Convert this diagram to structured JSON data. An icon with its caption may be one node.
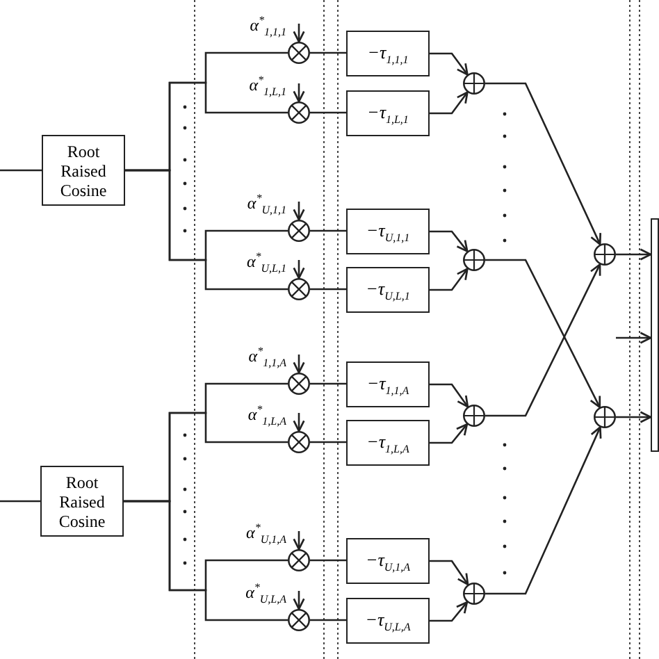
{
  "diagram": {
    "nodes": [
      {
        "text": [
          "Root Raised Cosine"
        ]
      },
      {
        "text": [
          "Root Raised Cosine"
        ]
      },
      {
        "text": [],
        "shape": "circle",
        "beside": [
          "α$^{*}$$_{1,1,1}$"
        ]
      },
      {
        "text": [],
        "shape": "circle",
        "beside": [
          "α$^{*}$$_{1,L,1}$"
        ]
      },
      {
        "text": [],
        "shape": "circle",
        "beside": [
          "α$^{*}$$_{U,1,1}$"
        ]
      },
      {
        "text": [],
        "shape": "circle",
        "beside": [
          "α$^{*}$$_{U,L,1}$"
        ]
      },
      {
        "text": [],
        "shape": "circle",
        "beside": [
          "α$^{*}$$_{1,1,A}$"
        ]
      },
      {
        "text": [],
        "shape": "circle",
        "beside": [
          "α$^{*}$$_{1,L,A}$"
        ]
      },
      {
        "text": [],
        "shape": "circle",
        "beside": [
          "α$^{*}$$_{U,1,A}$"
        ]
      },
      {
        "text": [],
        "shape": "circle",
        "beside": [
          "α$^{*}$$_{U,L,A}$"
        ]
      },
      {
        "text": [
          "−τ$_{1,1,1}$"
        ]
      },
      {
        "text": [
          "−τ$_{1,L,1}$"
        ]
      },
      {
        "text": [
          "−τ$_{U,1,1}$"
        ]
      },
      {
        "text": [
          "−τ$_{U,L,1}$"
        ]
      },
      {
        "text": [
          "−τ$_{1,1,A}$"
        ]
      },
      {
        "text": [
          "−τ$_{1,L,A}$"
        ]
      },
      {
        "text": [
          "−τ$_{U,1,A}$"
        ]
      },
      {
        "text": [
          "−τ$_{U,L,A}$"
        ]
      },
      {
        "text": [],
        "shape": "circle"
      },
      {
        "text": [],
        "shape": "circle"
      },
      {
        "text": [],
        "shape": "circle"
      },
      {
        "text": [],
        "shape": "circle"
      },
      {
        "text": [],
        "shape": "circle"
      },
      {
        "text": [],
        "shape": "circle"
      },
      {
        "text": [],
        "shape": "box"
      }
    ],
    "edges": [
      {
        "from": null,
        "to": 0,
        "arrow": "none"
      },
      {
        "from": null,
        "to": 1,
        "arrow": "none"
      },
      {
        "from": 0,
        "to": 2,
        "arrow": "none"
      },
      {
        "from": 0,
        "to": 3,
        "arrow": "none"
      },
      {
        "from": 0,
        "to": 4,
        "arrow": "none"
      },
      {
        "from": 0,
        "to": 5,
        "arrow": "none"
      },
      {
        "from": 1,
        "to": 6,
        "arrow": "none"
      },
      {
        "from": 1,
        "to": 7,
        "arrow": "none"
      },
      {
        "from": 1,
        "to": 8,
        "arrow": "none"
      },
      {
        "from": 1,
        "to": 9,
        "arrow": "none"
      },
      {
        "from": null,
        "to": 2,
        "arrow": "to"
      },
      {
        "from": null,
        "to": 3,
        "arrow": "to"
      },
      {
        "from": null,
        "to": 4,
        "arrow": "to"
      },
      {
        "from": null,
        "to": 5,
        "arrow": "to"
      },
      {
        "from": null,
        "to": 6,
        "arrow": "to"
      },
      {
        "from": null,
        "to": 7,
        "arrow": "to"
      },
      {
        "from": null,
        "to": 8,
        "arrow": "to"
      },
      {
        "from": null,
        "to": 9,
        "arrow": "to"
      },
      {
        "from": 2,
        "to": 10,
        "arrow": "none"
      },
      {
        "from": 3,
        "to": 11,
        "arrow": "none"
      },
      {
        "from": 4,
        "to": 12,
        "arrow": "none"
      },
      {
        "from": 5,
        "to": 13,
        "arrow": "none"
      },
      {
        "from": 6,
        "to": 14,
        "arrow": "none"
      },
      {
        "from": 7,
        "to": 15,
        "arrow": "none"
      },
      {
        "from": 8,
        "to": 16,
        "arrow": "none"
      },
      {
        "from": 9,
        "to": 17,
        "arrow": "none"
      },
      {
        "from": 10,
        "to": 18,
        "arrow": "to"
      },
      {
        "from": 11,
        "to": 18,
        "arrow": "to"
      },
      {
        "from": 12,
        "to": 19,
        "arrow": "to"
      },
      {
        "from": 13,
        "to": 19,
        "arrow": "to"
      },
      {
        "from": 14,
        "to": 20,
        "arrow": "to"
      },
      {
        "from": 15,
        "to": 20,
        "arrow": "to"
      },
      {
        "from": 16,
        "to": 21,
        "arrow": "to"
      },
      {
        "from": 17,
        "to": 21,
        "arrow": "to"
      },
      {
        "from": 18,
        "to": 22,
        "arrow": "to"
      },
      {
        "from": 19,
        "to": 23,
        "arrow": "to"
      },
      {
        "from": 20,
        "to": 22,
        "arrow": "to"
      },
      {
        "from": 21,
        "to": 23,
        "arrow": "to"
      },
      {
        "from": 22,
        "to": 24,
        "arrow": "to"
      },
      {
        "from": 23,
        "to": 24,
        "arrow": "to"
      },
      {
        "from": null,
        "to": 24,
        "arrow": "to"
      }
    ]
  }
}
